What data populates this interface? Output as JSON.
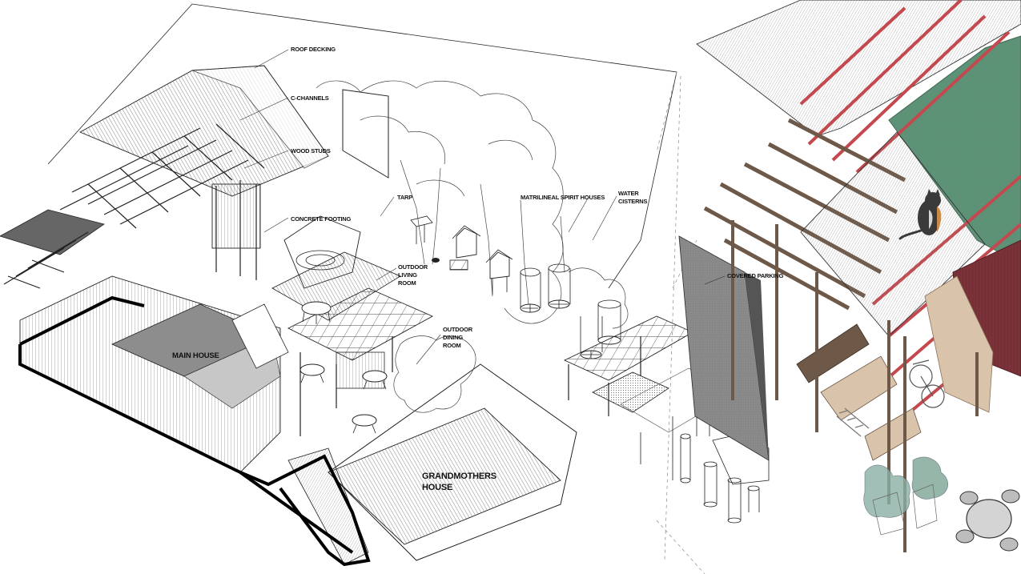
{
  "labels": {
    "roof_decking": "ROOF DECKING",
    "c_channels": "C-CHANNELS",
    "wood_studs": "WOOD STUDS",
    "concrete_footing": "CONCRETE FOOTING",
    "tarp": "TARP",
    "matrilineal_spirit_houses": "MATRILINEAL SPIRIT HOUSES",
    "water_cisterns_line1": "WATER",
    "water_cisterns_line2": "CISTERNS",
    "outdoor_living_line1": "OUTDOOR",
    "outdoor_living_line2": "LIVING",
    "outdoor_living_line3": "ROOM",
    "outdoor_dining_line1": "OUTDOOR",
    "outdoor_dining_line2": "DINING",
    "outdoor_dining_line3": "ROOM",
    "main_house": "MAIN HOUSE",
    "grandmothers_line1": "GRANDMOTHERS",
    "grandmothers_line2": "HOUSE",
    "covered_parking": "COVERED PARKING"
  },
  "colors": {
    "roof_green": "#4f8a6c",
    "purlin_red": "#c4494f",
    "wall_maroon": "#7a2f36",
    "wall_tan": "#d9c3aa",
    "roof_grey": "#9c9c9c",
    "wood_brown": "#6e5848"
  },
  "icons": [
    "cat-figure",
    "round-table-with-chairs",
    "tree-canopy"
  ]
}
